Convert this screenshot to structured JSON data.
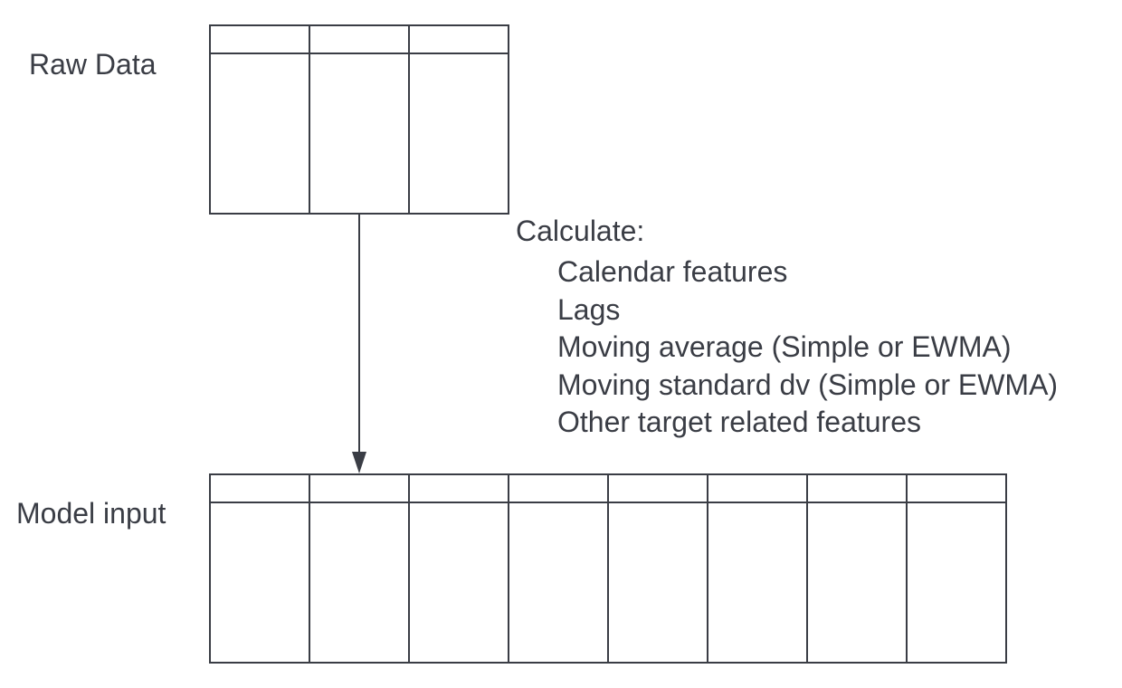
{
  "diagram": {
    "raw_data": {
      "label": "Raw Data",
      "columns": 3
    },
    "model_input": {
      "label": "Model input",
      "columns": 8
    },
    "transformation": {
      "heading": "Calculate:",
      "items": [
        "Calendar features",
        "Lags",
        "Moving average (Simple or EWMA)",
        "Moving standard dv (Simple or EWMA)",
        "Other target related features"
      ]
    }
  },
  "colors": {
    "line": "#3a3d45",
    "text": "#3a3d45",
    "background": "#ffffff"
  }
}
